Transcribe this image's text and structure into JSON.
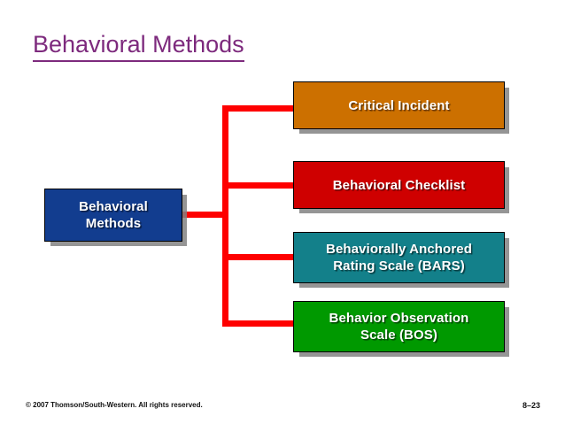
{
  "slide": {
    "title": "Behavioral Methods",
    "title_color": "#7d2a7d",
    "background_color": "#ffffff"
  },
  "diagram": {
    "type": "tree",
    "connector_color": "#fe0000",
    "root": {
      "label_line1": "Behavioral",
      "label_line2": "Methods",
      "color": "#123d8f"
    },
    "children": [
      {
        "label_line1": "Critical Incident",
        "label_line2": "",
        "color": "#cc7000"
      },
      {
        "label_line1": "Behavioral Checklist",
        "label_line2": "",
        "color": "#cf0000"
      },
      {
        "label_line1": "Behaviorally Anchored",
        "label_line2": "Rating Scale (BARS)",
        "color": "#13808a"
      },
      {
        "label_line1": "Behavior Observation",
        "label_line2": "Scale (BOS)",
        "color": "#009900"
      }
    ]
  },
  "footer": {
    "copyright": "© 2007 Thomson/South-Western. All rights reserved.",
    "page_number": "8–23"
  }
}
